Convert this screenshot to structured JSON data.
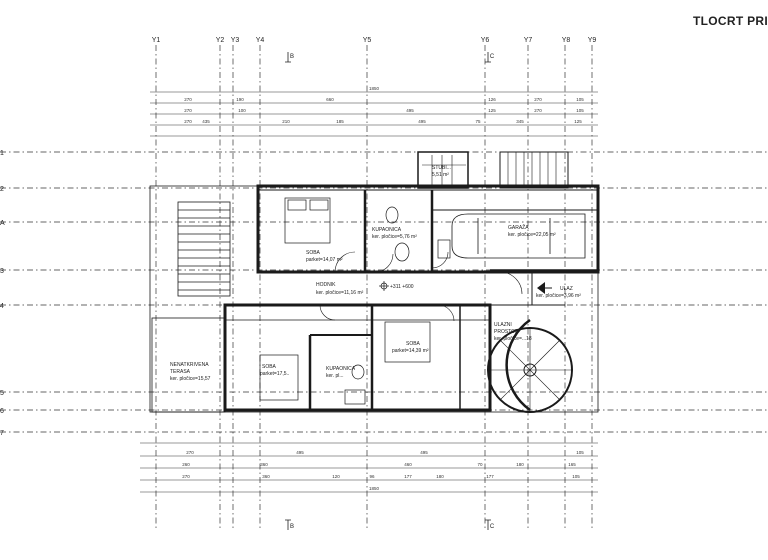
{
  "title": "TLOCRT PRI",
  "grid_v": [
    "Y1",
    "Y2",
    "Y3",
    "Y4",
    "Y5",
    "Y6",
    "Y7",
    "Y8",
    "Y9"
  ],
  "grid_h": [
    "1",
    "2",
    "A",
    "3",
    "4",
    "5",
    "6",
    "7"
  ],
  "section_marks": [
    "B",
    "B",
    "C",
    "C"
  ],
  "rooms": {
    "stubiste": "STUBI...",
    "stubiste_area": "5,51 m²",
    "soba1": "SOBA",
    "soba1_area": "parket=14,07 m²",
    "kupaonica1": "KUPAONICA",
    "kupaonica1_area": "ker. pločice=5,76 m²",
    "garaza": "GARAŽA",
    "garaza_area": "ker. pločice=22,05 m²",
    "hodnik": "HODNIK",
    "hodnik_area": "ker. pločice=11,16 m²",
    "level": "+311 +600",
    "ulaz": "ULAZ",
    "ulaz_area": "ker. pločice=3,96 m²",
    "ulazni": "ULAZNI",
    "prostor": "PROSTOR",
    "prostor_area": "ker. pločice=...18",
    "terasa1": "NENATKRIVENA",
    "terasa2": "TERASA",
    "terasa_area": "ker. pločice=15,57",
    "soba2": "SOBA",
    "soba2_area": "parket=17,5..",
    "kupaonica2": "KUPAONICA",
    "kupaonica2_area": "ker. pl...",
    "soba3": "SOBA",
    "soba3_area": "parket=14,39 m²"
  },
  "dims": {
    "top_overall": "1850",
    "top_row1": [
      "270",
      "190",
      "660",
      "126",
      "270",
      "105"
    ],
    "top_row2": [
      "270",
      "100",
      "495",
      "125",
      "270",
      "105"
    ],
    "top_row3": [
      "270",
      "435",
      "210",
      "185",
      "495",
      "75",
      "345",
      "125"
    ],
    "bottom_overall": "1850",
    "bottom_row1": [
      "270",
      "495",
      "495",
      "105"
    ],
    "bottom_row2": [
      "260",
      "360",
      "460",
      "70",
      "180",
      "165"
    ],
    "bottom_row3": [
      "270",
      "360",
      "120",
      "96",
      "177",
      "180",
      "177",
      "105"
    ]
  }
}
